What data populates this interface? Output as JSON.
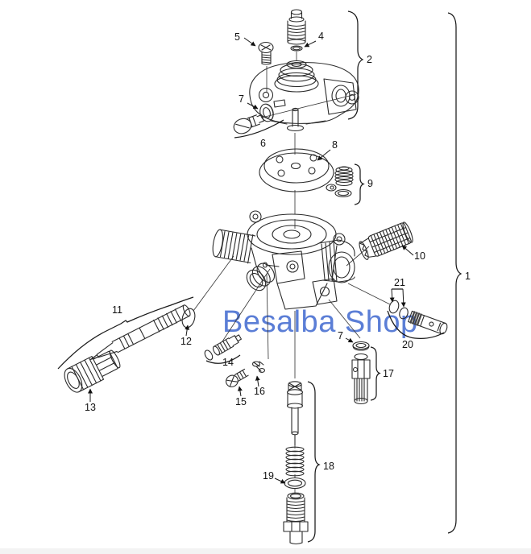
{
  "watermark": {
    "text": "Besalba Shop",
    "color": "#5b7ed6"
  },
  "diagram": {
    "type": "exploded-parts-diagram",
    "background": "#ffffff",
    "line_color": "#2b2b2b",
    "callouts": [
      {
        "label": "1"
      },
      {
        "label": "2"
      },
      {
        "label": "4"
      },
      {
        "label": "5"
      },
      {
        "label": "6"
      },
      {
        "label": "7"
      },
      {
        "label": "7"
      },
      {
        "label": "8"
      },
      {
        "label": "9"
      },
      {
        "label": "10"
      },
      {
        "label": "11"
      },
      {
        "label": "12"
      },
      {
        "label": "13"
      },
      {
        "label": "14"
      },
      {
        "label": "15"
      },
      {
        "label": "16"
      },
      {
        "label": "17"
      },
      {
        "label": "18"
      },
      {
        "label": "19"
      },
      {
        "label": "20"
      },
      {
        "label": "21"
      }
    ]
  }
}
